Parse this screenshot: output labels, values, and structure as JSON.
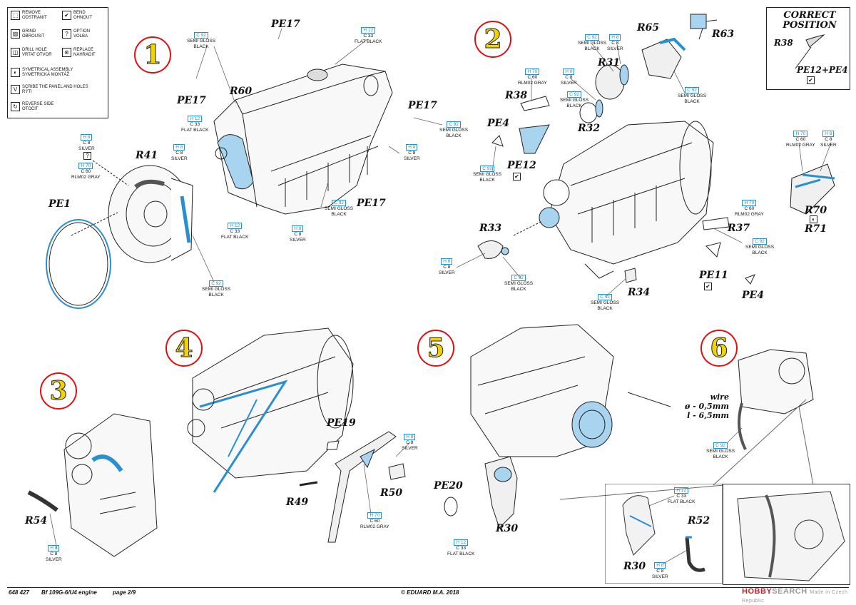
{
  "legend": [
    {
      "icon": "remove-icon",
      "glyph": "⬚",
      "text1": "REMOVE",
      "text2": "ODSTRANIT"
    },
    {
      "icon": "bend-icon",
      "glyph": "✔",
      "text1": "BEND",
      "text2": "OHNOUT"
    },
    {
      "icon": "grind-icon",
      "glyph": "▨",
      "text1": "GRIND",
      "text2": "OBROUSIT"
    },
    {
      "icon": "option-icon",
      "glyph": "?",
      "text1": "OPTION",
      "text2": "VOLBA"
    },
    {
      "icon": "drill-icon",
      "glyph": "◫",
      "text1": "DRILL HOLE",
      "text2": "VRTAT OTVOR"
    },
    {
      "icon": "replace-icon",
      "glyph": "⊛",
      "text1": "REPLACE",
      "text2": "NAHRADIT"
    },
    {
      "icon": "symmetrical-icon",
      "glyph": "◐",
      "text1": "SYMETRICAL ASSEMBLY",
      "text2": "SYMETRICKÁ MONTÁŽ"
    },
    {
      "icon": "scribe-icon",
      "glyph": "V",
      "text1": "SCRIBE THE PANEL AND HOLES",
      "text2": "RÝTI"
    },
    {
      "icon": "reverse-icon",
      "glyph": "↻",
      "text1": "REVERSE SIDE",
      "text2": "OTOČIT"
    }
  ],
  "correct": {
    "title1": "CORRECT",
    "title2": "POSITION",
    "part1": "R38",
    "part2": "PE12+PE4"
  },
  "steps": [
    "1",
    "2",
    "3",
    "4",
    "5",
    "6"
  ],
  "parts": {
    "pe17a": "PE17",
    "pe17b": "PE17",
    "pe17c": "PE17",
    "pe17d": "PE17",
    "r60": "R60",
    "r41": "R41",
    "pe1": "PE1",
    "r65": "R65",
    "r63": "R63",
    "r31": "R31",
    "r32": "R32",
    "r38": "R38",
    "pe4a": "PE4",
    "pe12": "PE12",
    "r33": "R33",
    "r34": "R34",
    "r37": "R37",
    "pe11": "PE11",
    "pe4b": "PE4",
    "r70": "R70",
    "r71": "R71",
    "r54": "R54",
    "pe19": "PE19",
    "r49": "R49",
    "r50": "R50",
    "pe20": "PE20",
    "r30a": "R30",
    "r30b": "R30",
    "r52": "R52"
  },
  "paints": {
    "c92": {
      "code": "C 92",
      "name1": "SEMI GLOSS",
      "name2": "BLACK"
    },
    "h12": {
      "code": "H 12",
      "c": "C 33",
      "name1": "FLAT BLACK"
    },
    "h8": {
      "code": "H 8",
      "c": "C 8",
      "name1": "SILVER"
    },
    "h70": {
      "code": "H 70",
      "c": "C 60",
      "name1": "RLM02 GRAY"
    }
  },
  "wire": {
    "line1": "wire",
    "line2": "ø - 0,5mm",
    "line3": "l - 6,5mm"
  },
  "footer": {
    "code": "648 427",
    "title": "Bf 109G-6/U4 engine",
    "page": "page 2/9",
    "copyright": "© EDUARD  M.A. 2018"
  },
  "watermark": {
    "a": "HOBBY",
    "b": "SEARCH",
    "c": "Made in Czech Republic"
  },
  "colors": {
    "accent": "#2a8fd0",
    "fill": "#a8d4f0",
    "step_border": "#d11",
    "step_fill": "#f2d200"
  }
}
